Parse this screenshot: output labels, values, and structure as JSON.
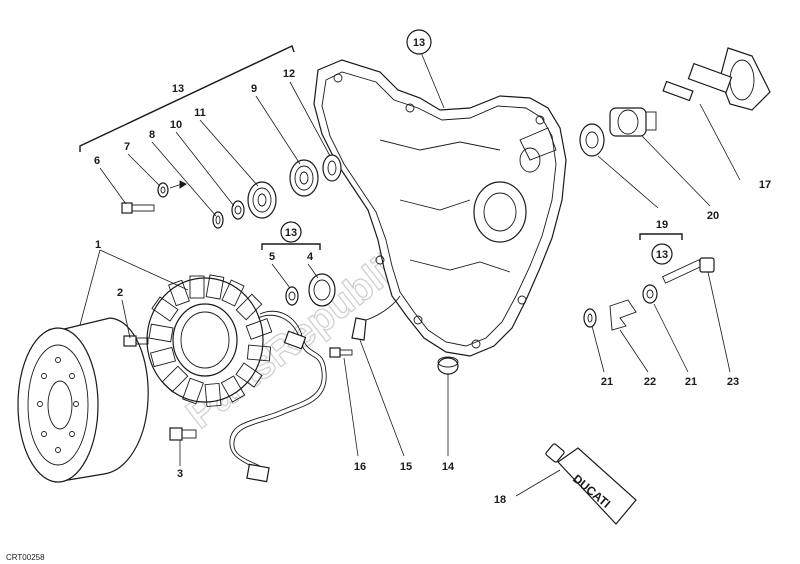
{
  "diagram": {
    "labels": {
      "l1": "1",
      "l2": "2",
      "l3": "3",
      "l4": "4",
      "l5": "5",
      "l6": "6",
      "l7": "7",
      "l8": "8",
      "l9": "9",
      "l10": "10",
      "l11": "11",
      "l12": "12",
      "l13_top": "13",
      "l13_group": "13",
      "l13_circle_top": "13",
      "l13_circle_mid": "13",
      "l13_circle_right": "13",
      "l14": "14",
      "l15": "15",
      "l16": "16",
      "l17": "17",
      "l18": "18",
      "l19": "19",
      "l20": "20",
      "l21a": "21",
      "l21b": "21",
      "l22": "22",
      "l23": "23"
    },
    "reference_code": "CRT00258",
    "watermark": "PartsRepublik",
    "tube_brand": "DUCATI"
  }
}
